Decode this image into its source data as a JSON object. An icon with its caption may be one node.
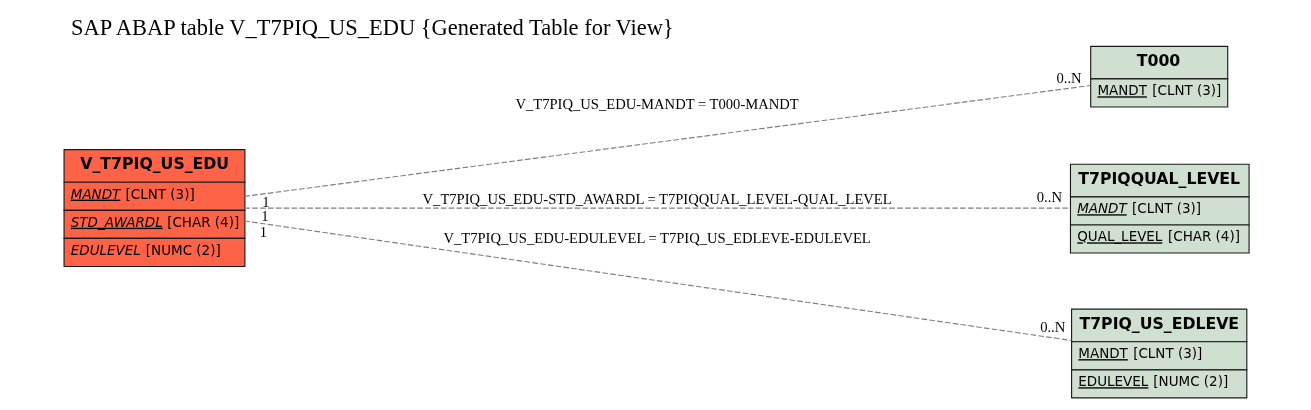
{
  "diagram": {
    "title": "SAP ABAP table V_T7PIQ_US_EDU {Generated Table for View}",
    "nodes": [
      {
        "text": [
          "V_T7PIQ_US_EDU",
          "MANDT [CLNT (3)]",
          "STD_AWARDL [CHAR (4)]",
          "EDULEVEL [NUMC (2)]"
        ]
      },
      {
        "text": [
          "T000",
          "MANDT [CLNT (3)]"
        ]
      },
      {
        "text": [
          "T7PIQQUAL_LEVEL",
          "MANDT [CLNT (3)]",
          "QUAL_LEVEL [CHAR (4)]"
        ]
      },
      {
        "text": [
          "T7PIQ_US_EDLEVE",
          "MANDT [CLNT (3)]",
          "EDULEVEL [NUMC (2)]"
        ]
      }
    ],
    "edges": [
      {
        "from": 0,
        "to": 1,
        "arrow": "none",
        "label": "V_T7PIQ_US_EDU-MANDT = T000-MANDT",
        "style": "dashed"
      },
      {
        "from": 0,
        "to": 2,
        "arrow": "none",
        "label": "V_T7PIQ_US_EDU-STD_AWARDL = T7PIQQUAL_LEVEL-QUAL_LEVEL",
        "style": "dashed"
      },
      {
        "from": 0,
        "to": 3,
        "arrow": "none",
        "label": "V_T7PIQ_US_EDU-EDULEVEL = T7PIQ_US_EDLEVE-EDULEVEL",
        "style": "dashed"
      }
    ],
    "labels": [
      "1",
      "0..N",
      "1",
      "0..N",
      "1",
      "0..N"
    ]
  }
}
